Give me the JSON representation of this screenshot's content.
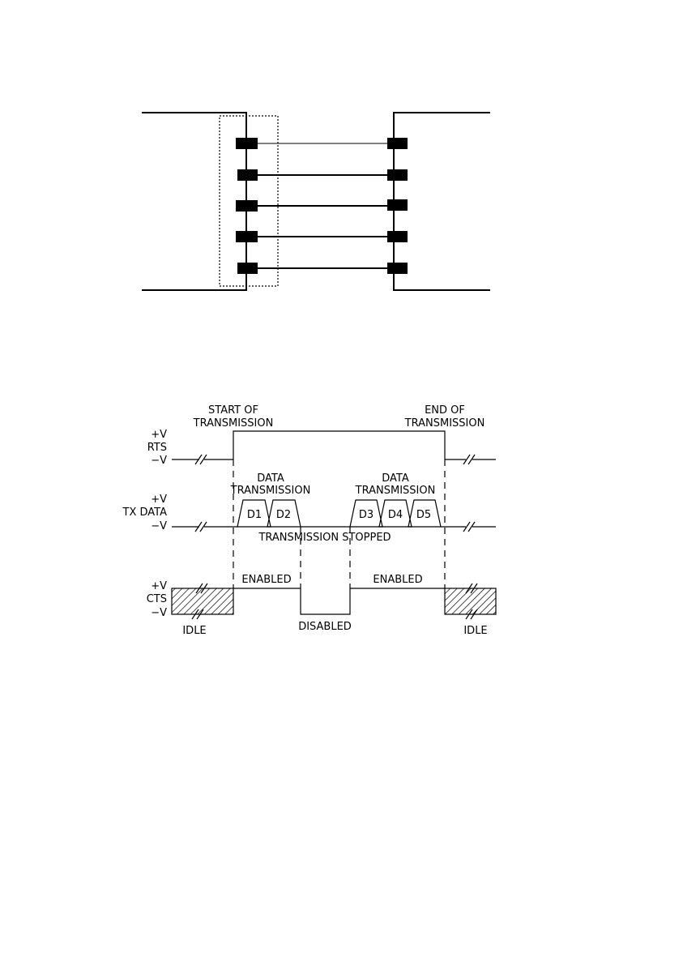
{
  "timing": {
    "events": {
      "start": [
        "START OF",
        "TRANSMISSION"
      ],
      "end": [
        "END OF",
        "TRANSMISSION"
      ]
    },
    "signals": {
      "rts": {
        "name": "RTS",
        "high": "+V",
        "low": "−V"
      },
      "tx": {
        "name": "TX DATA",
        "high": "+V",
        "low": "−V"
      },
      "cts": {
        "name": "CTS",
        "high": "+V",
        "low": "−V"
      }
    },
    "data_heading_left": [
      "DATA",
      "TRANSMISSION"
    ],
    "data_heading_right": [
      "DATA",
      "TRANSMISSION"
    ],
    "packets": [
      "D1",
      "D2",
      "D3",
      "D4",
      "D5"
    ],
    "stopped": "TRANSMISSION STOPPED",
    "states": {
      "enabled_left": "ENABLED",
      "enabled_right": "ENABLED",
      "disabled": "DISABLED",
      "idle_left": "IDLE",
      "idle_right": "IDLE"
    }
  }
}
